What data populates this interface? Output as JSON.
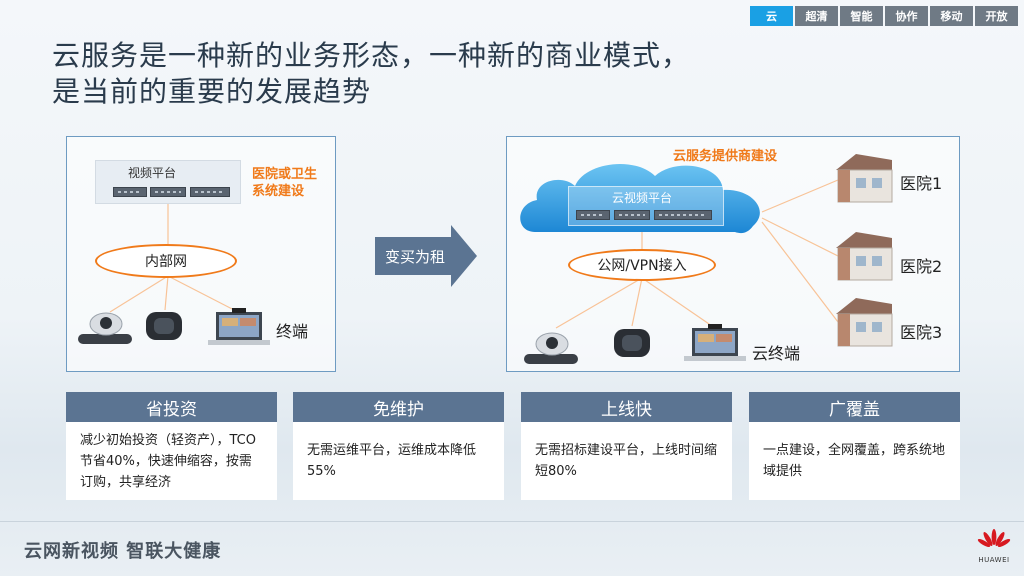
{
  "tabs": [
    {
      "label": "云",
      "active": true
    },
    {
      "label": "超清",
      "active": false
    },
    {
      "label": "智能",
      "active": false
    },
    {
      "label": "协作",
      "active": false
    },
    {
      "label": "移动",
      "active": false
    },
    {
      "label": "开放",
      "active": false
    }
  ],
  "title": {
    "line1": "云服务是一种新的业务形态，一种新的商业模式，",
    "line2": "是当前的重要的发展趋势"
  },
  "left": {
    "platform_label": "视频平台",
    "builder": "医院或卫生\n系统建设",
    "network": "内部网",
    "terminal": "终端"
  },
  "arrow_label": "变买为租",
  "right": {
    "builder": "云服务提供商建设",
    "cloud_platform": "云视频平台",
    "network": "公网/VPN接入",
    "terminal": "云终端",
    "hospitals": [
      "医院1",
      "医院2",
      "医院3"
    ]
  },
  "cards": [
    {
      "title": "省投资",
      "body": "减少初始投资（轻资产），TCO节省40%，快速伸缩容，按需订购，共享经济"
    },
    {
      "title": "免维护",
      "body": "无需运维平台，运维成本降低55%"
    },
    {
      "title": "上线快",
      "body": "无需招标建设平台，上线时间缩短80%"
    },
    {
      "title": "广覆盖",
      "body": "一点建设，全网覆盖，跨系统地域提供"
    }
  ],
  "footer": "云网新视频 智联大健康",
  "brand": "HUAWEI",
  "colors": {
    "accent": "#f07a1a",
    "tab_active": "#1aa0e4",
    "card_header": "#5b7492",
    "cloud": "#2a9be0"
  }
}
